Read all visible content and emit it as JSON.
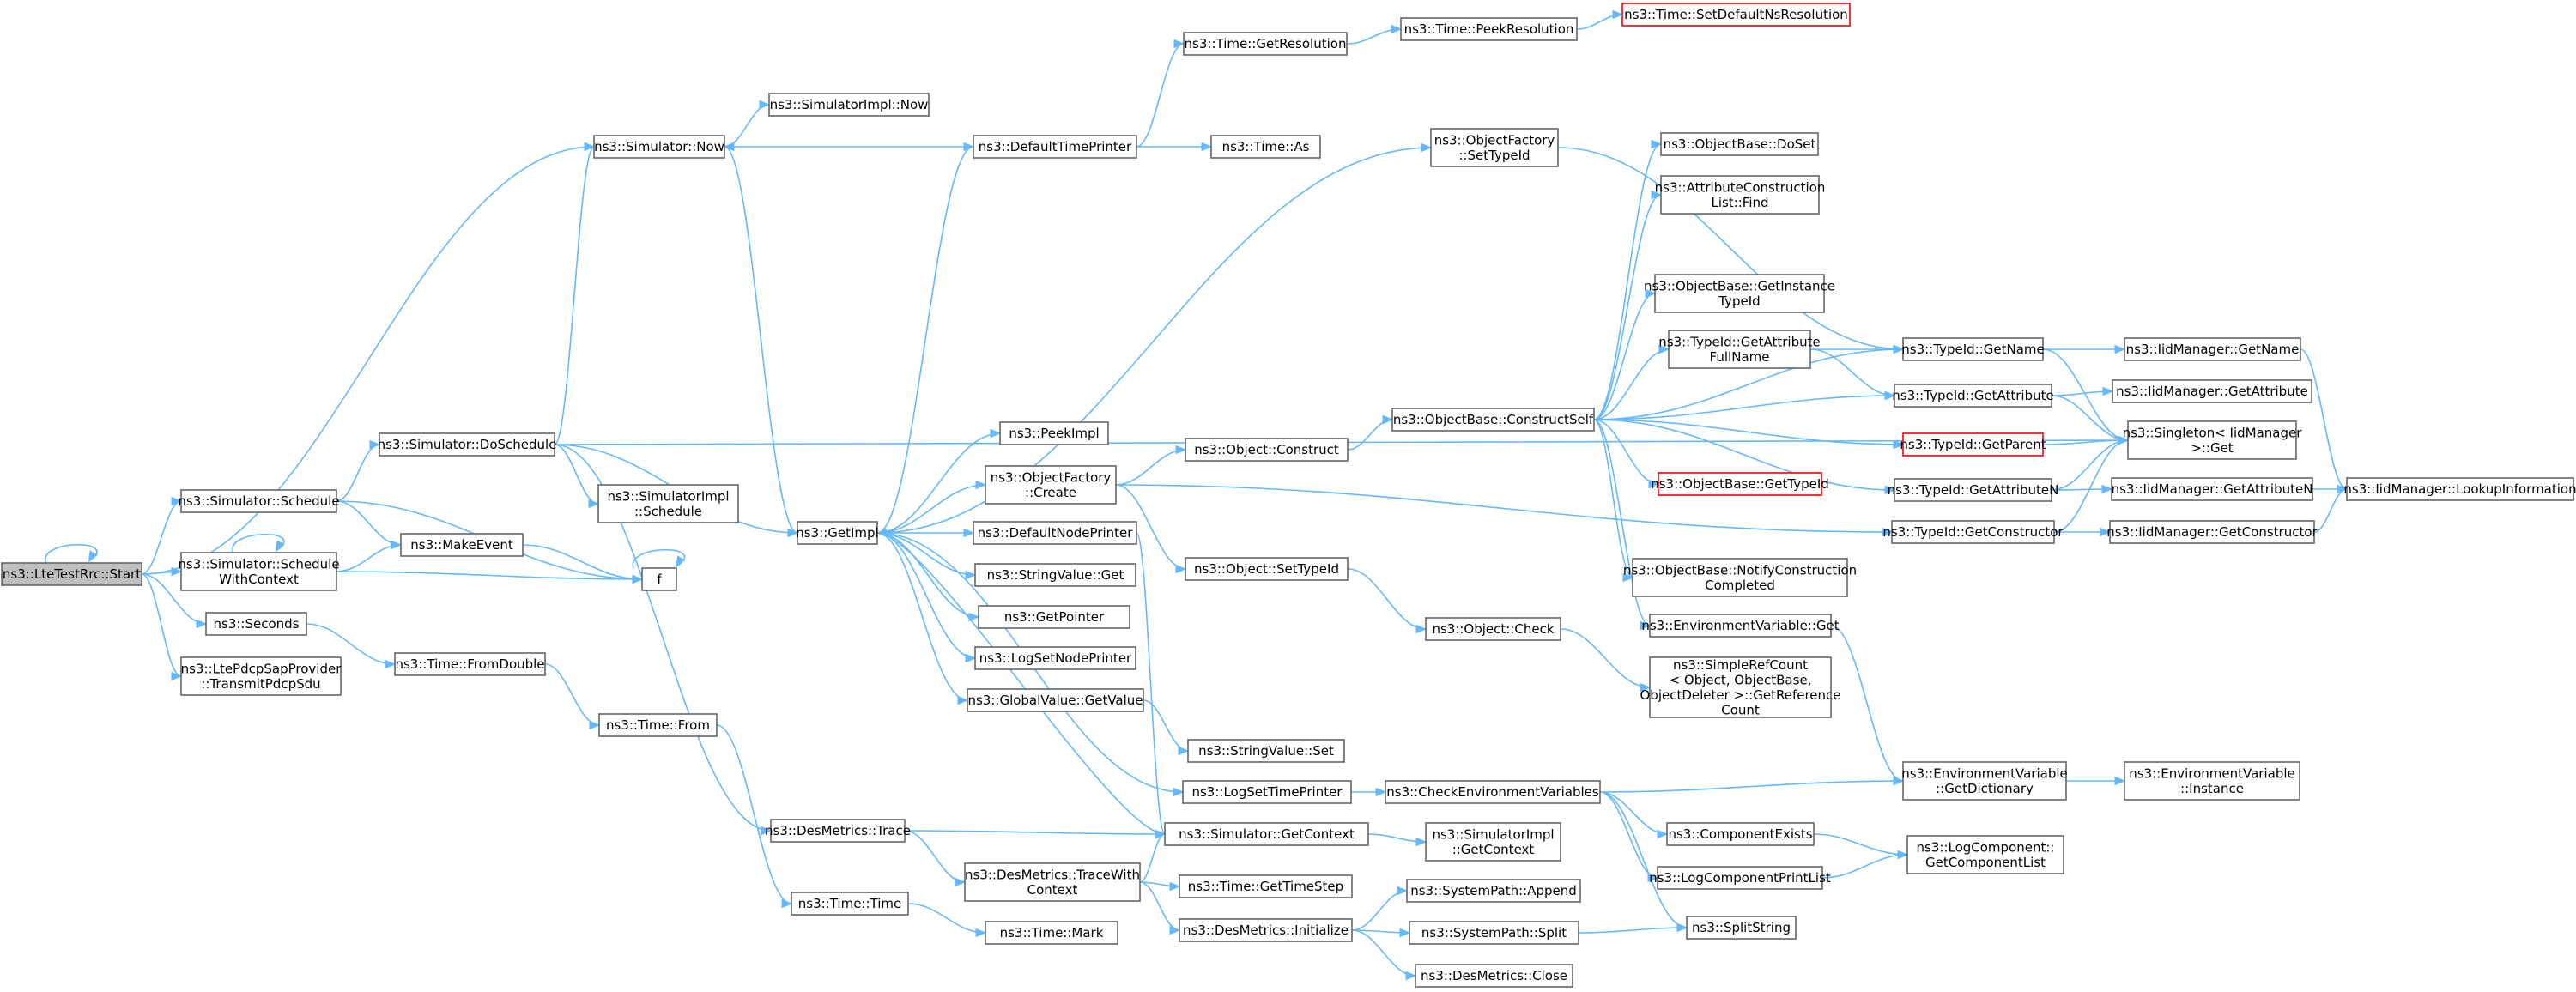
{
  "colors": {
    "edge": "#63b8ff",
    "box_border": "#666666",
    "root_fill": "#bfbfbf",
    "highlight_border": "#ff0000"
  },
  "nodes": {
    "start": [
      "ns3::LteTestRrc::Start"
    ],
    "now": [
      "ns3::Simulator::Now"
    ],
    "schedule": [
      "ns3::Simulator::Schedule"
    ],
    "schedctx": [
      "ns3::Simulator::Schedule",
      "WithContext"
    ],
    "seconds": [
      "ns3::Seconds"
    ],
    "ltepdcp": [
      "ns3::LtePdcpSapProvider",
      "::TransmitPdcpSdu"
    ],
    "dosched": [
      "ns3::Simulator::DoSchedule"
    ],
    "makeevent": [
      "ns3::MakeEvent"
    ],
    "f": [
      "f"
    ],
    "fromdouble": [
      "ns3::Time::FromDouble"
    ],
    "simimplnow": [
      "ns3::SimulatorImpl::Now"
    ],
    "simimplsched": [
      "ns3::SimulatorImpl",
      "::Schedule"
    ],
    "timefrom": [
      "ns3::Time::From"
    ],
    "getimpl": [
      "ns3::GetImpl"
    ],
    "desmtrace": [
      "ns3::DesMetrics::Trace"
    ],
    "timetime": [
      "ns3::Time::Time"
    ],
    "defprinter": [
      "ns3::DefaultTimePrinter"
    ],
    "peekimpl": [
      "ns3::PeekImpl"
    ],
    "objfcreate": [
      "ns3::ObjectFactory",
      "::Create"
    ],
    "defnodeprinter": [
      "ns3::DefaultNodePrinter"
    ],
    "strvalget": [
      "ns3::StringValue::Get"
    ],
    "getpointer": [
      "ns3::GetPointer"
    ],
    "logsetnode": [
      "ns3::LogSetNodePrinter"
    ],
    "globget": [
      "ns3::GlobalValue::GetValue"
    ],
    "tracewith": [
      "ns3::DesMetrics::TraceWith",
      "Context"
    ],
    "timemark": [
      "ns3::Time::Mark"
    ],
    "getres": [
      "ns3::Time::GetResolution"
    ],
    "timeas": [
      "ns3::Time::As"
    ],
    "objconstruct": [
      "ns3::Object::Construct"
    ],
    "objsettypeid": [
      "ns3::Object::SetTypeId"
    ],
    "strvalset": [
      "ns3::StringValue::Set"
    ],
    "logsettime": [
      "ns3::LogSetTimePrinter"
    ],
    "simgetctx": [
      "ns3::Simulator::GetContext"
    ],
    "timestep": [
      "ns3::Time::GetTimeStep"
    ],
    "desminit": [
      "ns3::DesMetrics::Initialize"
    ],
    "peekres": [
      "ns3::Time::PeekResolution"
    ],
    "objfsettypeid": [
      "ns3::ObjectFactory",
      "::SetTypeId"
    ],
    "constructself": [
      "ns3::ObjectBase::ConstructSelf"
    ],
    "objcheck": [
      "ns3::Object::Check"
    ],
    "checkenv": [
      "ns3::CheckEnvironmentVariables"
    ],
    "simimplctx": [
      "ns3::SimulatorImpl",
      "::GetContext"
    ],
    "sysappend": [
      "ns3::SystemPath::Append"
    ],
    "syssplit": [
      "ns3::SystemPath::Split"
    ],
    "desmclose": [
      "ns3::DesMetrics::Close"
    ],
    "setdefns": [
      "ns3::Time::SetDefaultNsResolution"
    ],
    "dosetobj": [
      "ns3::ObjectBase::DoSet"
    ],
    "attrfind": [
      "ns3::AttributeConstruction",
      "List::Find"
    ],
    "getinsttid": [
      "ns3::ObjectBase::GetInstance",
      "TypeId"
    ],
    "getattrfull": [
      "ns3::TypeId::GetAttribute",
      "FullName"
    ],
    "objbasegettid": [
      "ns3::ObjectBase::GetTypeId"
    ],
    "notifyconstr": [
      "ns3::ObjectBase::NotifyConstruction",
      "Completed"
    ],
    "envget": [
      "ns3::EnvironmentVariable::Get"
    ],
    "simplerefcount": [
      "ns3::SimpleRefCount",
      "< Object, ObjectBase,",
      "ObjectDeleter >::GetReference",
      "Count"
    ],
    "compexists": [
      "ns3::ComponentExists"
    ],
    "logcompprint": [
      "ns3::LogComponentPrintList"
    ],
    "tidgetname": [
      "ns3::TypeId::GetName"
    ],
    "tidgetattr": [
      "ns3::TypeId::GetAttribute"
    ],
    "tidgetparent": [
      "ns3::TypeId::GetParent"
    ],
    "tidgetattrn": [
      "ns3::TypeId::GetAttributeN"
    ],
    "tidgetctor": [
      "ns3::TypeId::GetConstructor"
    ],
    "envgetdict": [
      "ns3::EnvironmentVariable",
      "::GetDictionary"
    ],
    "splitstring": [
      "ns3::SplitString"
    ],
    "logcompget": [
      "ns3::LogComponent::",
      "GetComponentList"
    ],
    "iidgetname": [
      "ns3::IidManager::GetName"
    ],
    "iidgetattr": [
      "ns3::IidManager::GetAttribute"
    ],
    "singleton": [
      "ns3::Singleton< IidManager",
      ">::Get"
    ],
    "iidgetattrn": [
      "ns3::IidManager::GetAttributeN"
    ],
    "iidgetctor": [
      "ns3::IidManager::GetConstructor"
    ],
    "envinstance": [
      "ns3::EnvironmentVariable",
      "::Instance"
    ],
    "iidlookup": [
      "ns3::IidManager::LookupInformation"
    ]
  }
}
